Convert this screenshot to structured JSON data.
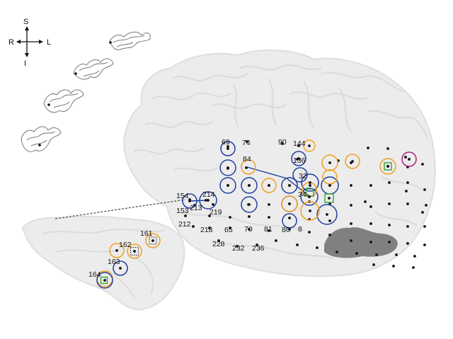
{
  "orientation": {
    "superior": "S",
    "inferior": "I",
    "right": "R",
    "left": "L"
  },
  "colors": {
    "blue": "#1f3fa0",
    "orange": "#f0a020",
    "green": "#3aa03a",
    "magenta": "#b0207a",
    "brain": "#ececec",
    "lesion": "#808080"
  },
  "electrode_labels": [
    "69",
    "74",
    "90",
    "144",
    "84",
    "136",
    "32",
    "154",
    "214",
    "153",
    "213",
    "219",
    "212",
    "218",
    "65",
    "70",
    "81",
    "86",
    "8",
    "228",
    "232",
    "236",
    "34",
    "162",
    "161",
    "163",
    "164"
  ],
  "marker_legend_not_shown": true
}
